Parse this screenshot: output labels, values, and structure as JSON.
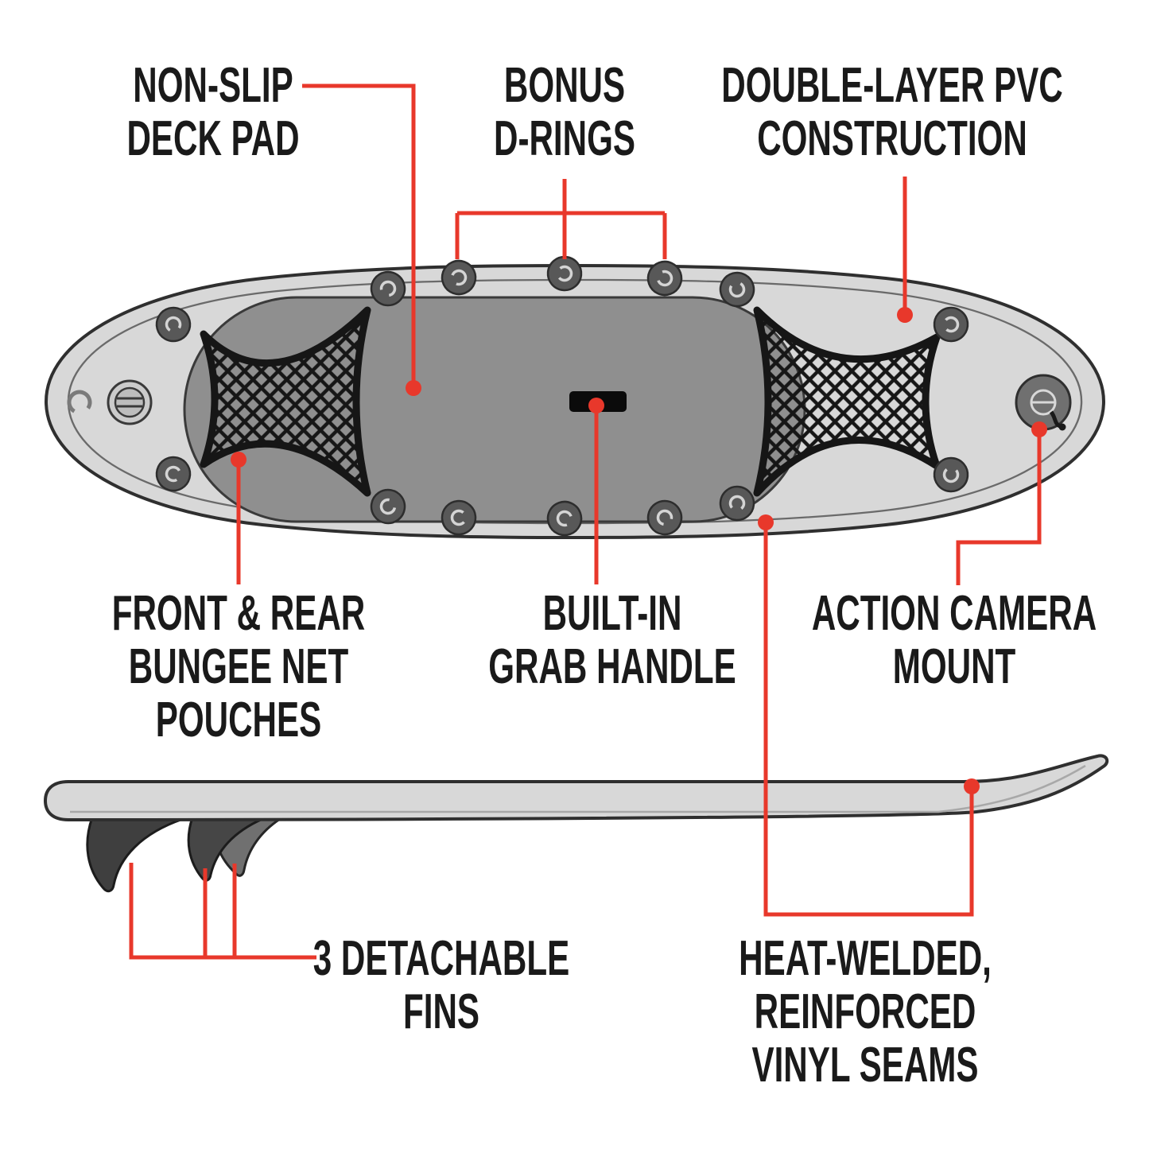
{
  "colors": {
    "accent_red": "#E8382B",
    "label_text": "#1A1A1A",
    "board_gray": "#D8D8D8",
    "deck_pad_gray": "#8F8F8F",
    "mesh_black": "#161616",
    "background": "#FFFFFF"
  },
  "labels": {
    "non_slip_deck_pad": "NON-SLIP\nDECK PAD",
    "bonus_d_rings": "BONUS\nD-RINGS",
    "double_layer_pvc": "DOUBLE-LAYER PVC\nCONSTRUCTION",
    "bungee_net_pouches": "FRONT & REAR\nBUNGEE NET\nPOUCHES",
    "built_in_grab_handle": "BUILT-IN\nGRAB HANDLE",
    "action_camera_mount": "ACTION CAMERA\nMOUNT",
    "detachable_fins": "3 DETACHABLE\nFINS",
    "vinyl_seams": "HEAT-WELDED,\nREINFORCED\nVINYL SEAMS"
  },
  "icons": {
    "d_ring": "d-ring-icon",
    "air_valve": "air-valve-icon",
    "camera_mount": "camera-mount-icon",
    "grab_handle": "grab-handle-icon",
    "bungee_net": "bungee-net-mesh",
    "fin": "fin-icon"
  }
}
